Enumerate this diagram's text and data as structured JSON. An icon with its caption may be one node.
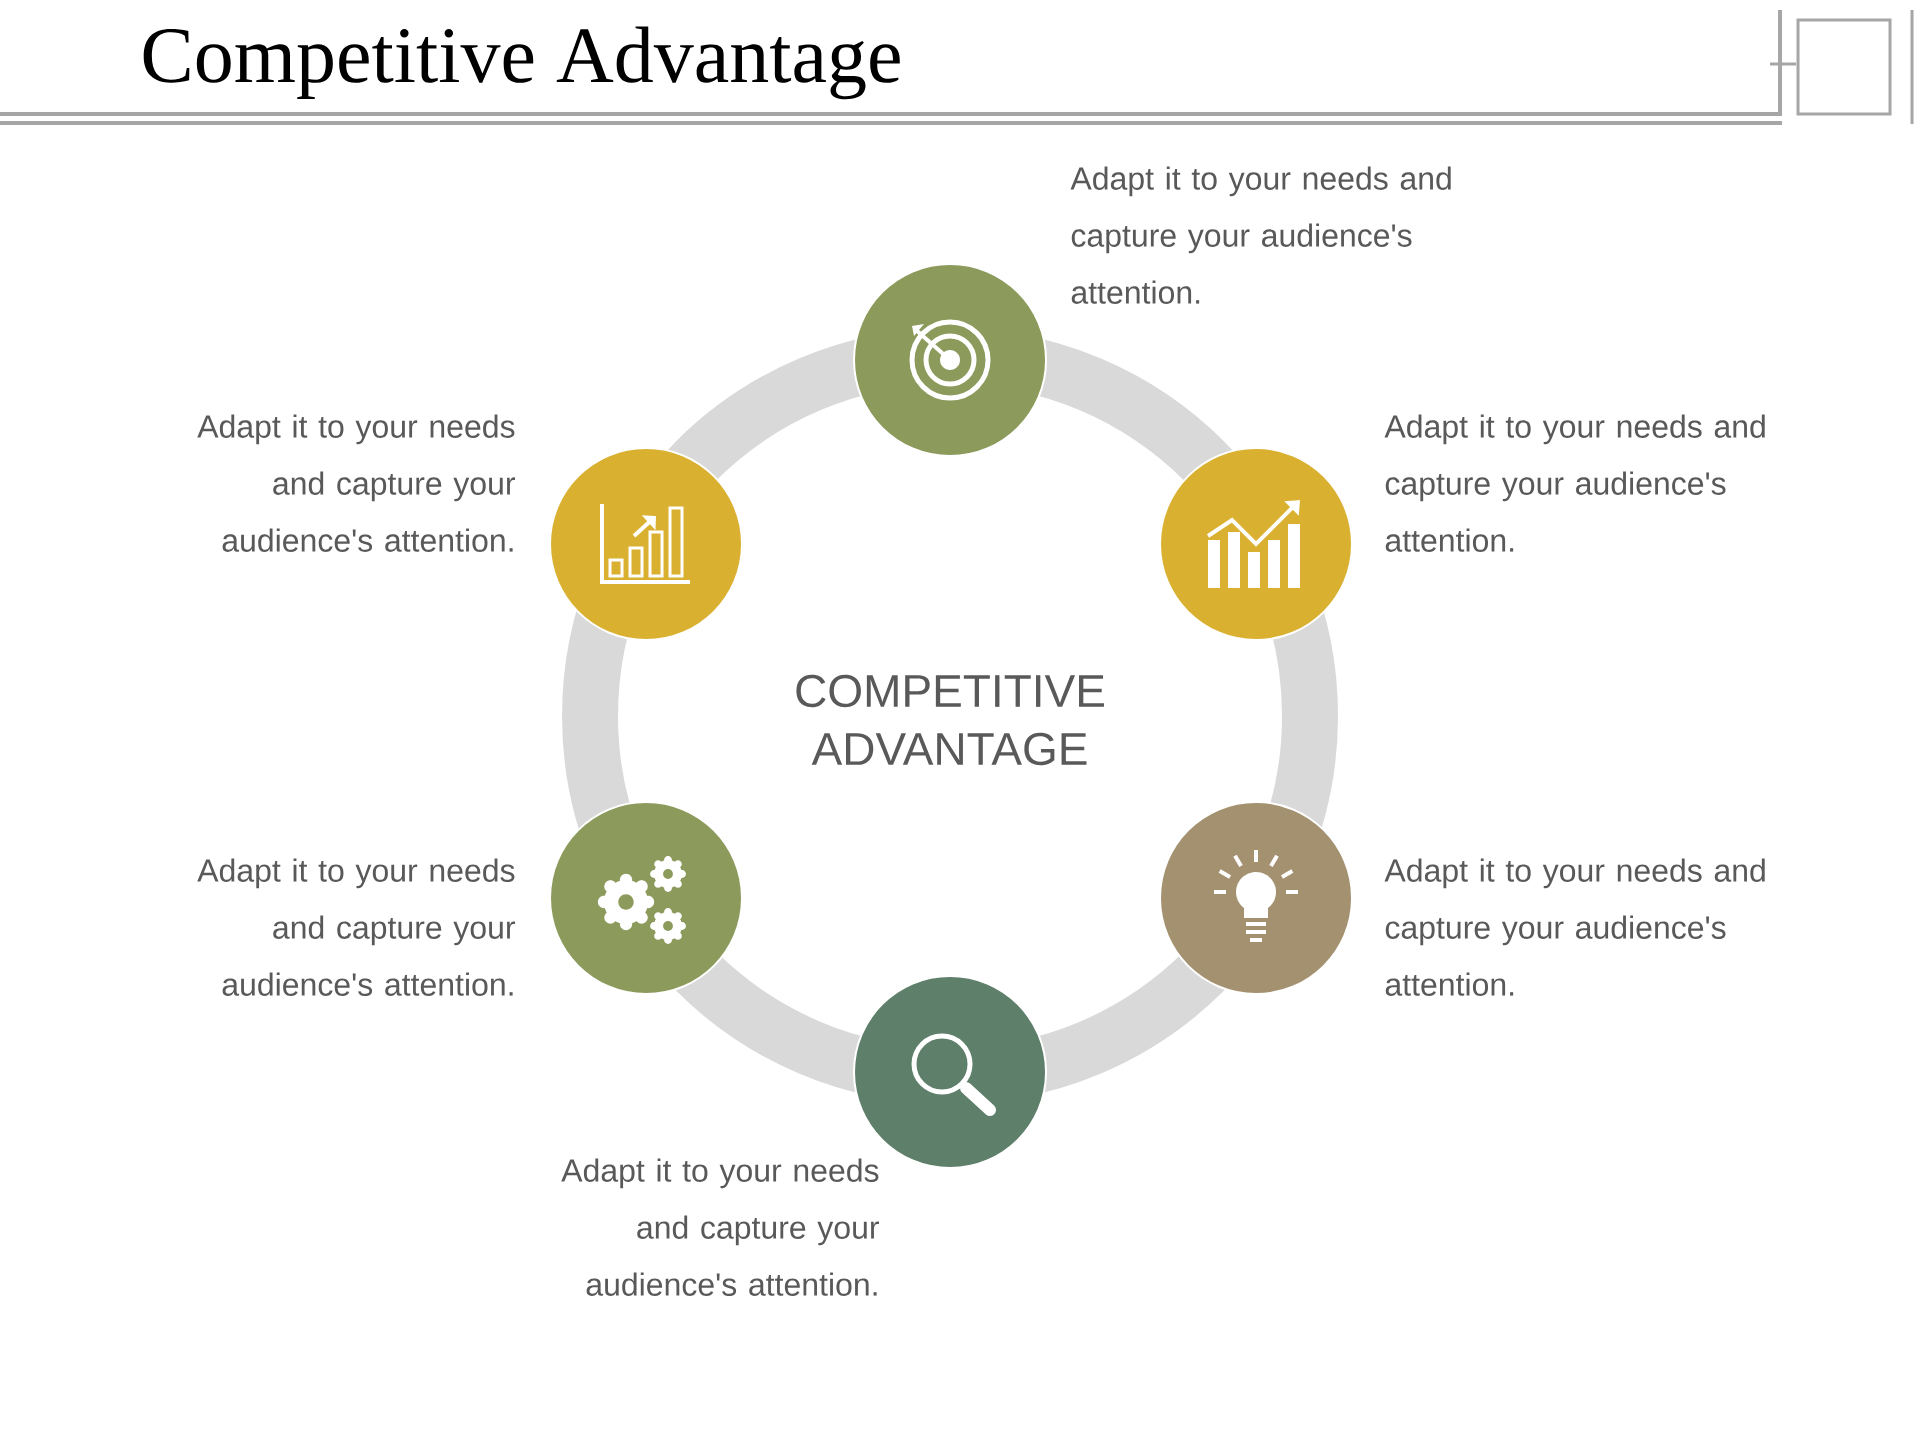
{
  "diagram": {
    "title": "Competitive Advantage",
    "nodes": [
      {
        "text": [
          "COMPETITIVE ADVANTAGE"
        ]
      },
      {
        "text": [],
        "shape": "circle",
        "beside": [
          "Adapt it to your needs and capture your audience's attention."
        ]
      },
      {
        "text": [],
        "shape": "circle",
        "beside": [
          "Adapt it to your needs and capture your audience's attention."
        ]
      },
      {
        "text": [],
        "shape": "circle",
        "beside": [
          "Adapt it to your needs and capture your audience's attention."
        ]
      },
      {
        "text": [],
        "shape": "circle",
        "beside": [
          "Adapt it to your needs and capture your audience's attention."
        ]
      },
      {
        "text": [],
        "shape": "circle",
        "beside": [
          "Adapt it to your needs and capture your audience's attention."
        ]
      },
      {
        "text": [],
        "shape": "circle",
        "beside": [
          "Adapt it to your needs and capture your audience's attention."
        ]
      }
    ],
    "edges": []
  }
}
